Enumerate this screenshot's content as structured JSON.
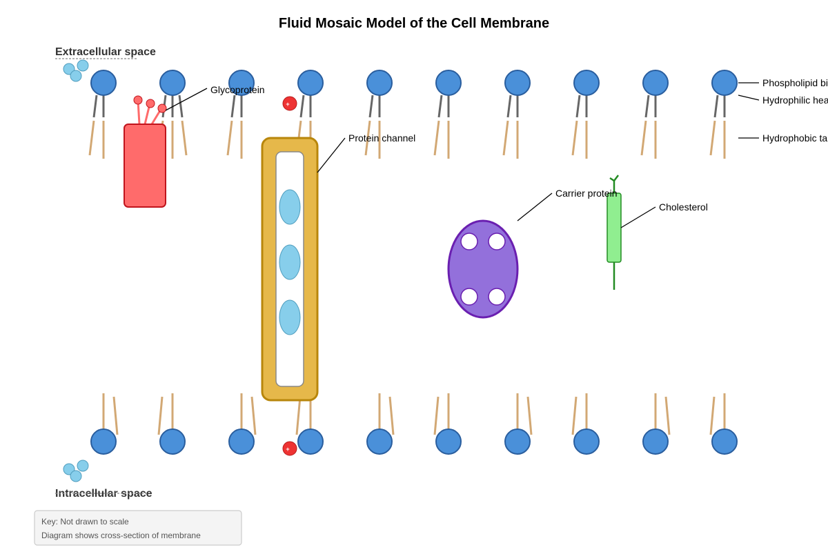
{
  "title": "Fluid Mosaic Model of the Cell Membrane",
  "regions": {
    "extracellular": "Extracellular space",
    "intracellular": "Intracellular space"
  },
  "labels": {
    "glycoprotein": "Glycoprotein",
    "protein_channel": "Protein channel",
    "carrier_protein": "Carrier protein",
    "cholesterol": "Cholesterol",
    "phospholipid_bilayer": "Phospholipid bilayer",
    "hydrophilic_head": "Hydrophilic head",
    "hydrophobic_tail": "Hydrophobic tail"
  },
  "ion_symbol": "+",
  "key": {
    "line1": "Key: Not drawn to scale",
    "line2": "Diagram shows cross-section of membrane"
  },
  "colors": {
    "phospholipid_head": "#4A90D9",
    "head_outline": "#2A5E9E",
    "tail_upper": "#666666",
    "tail_lower": "#D2A874",
    "glycoprotein": "#FF6B6B",
    "glycoprotein_outline": "#C0141C",
    "channel": "#E6B84A",
    "channel_outline": "#B8860B",
    "channel_molecule": "#87CEEB",
    "carrier_protein": "#9370DB",
    "carrier_outline": "#6A1FB0",
    "cholesterol": "#90EE90",
    "cholesterol_outline": "#228B22",
    "ion": "#EE3333",
    "small_molecule": "#87CEEB"
  }
}
